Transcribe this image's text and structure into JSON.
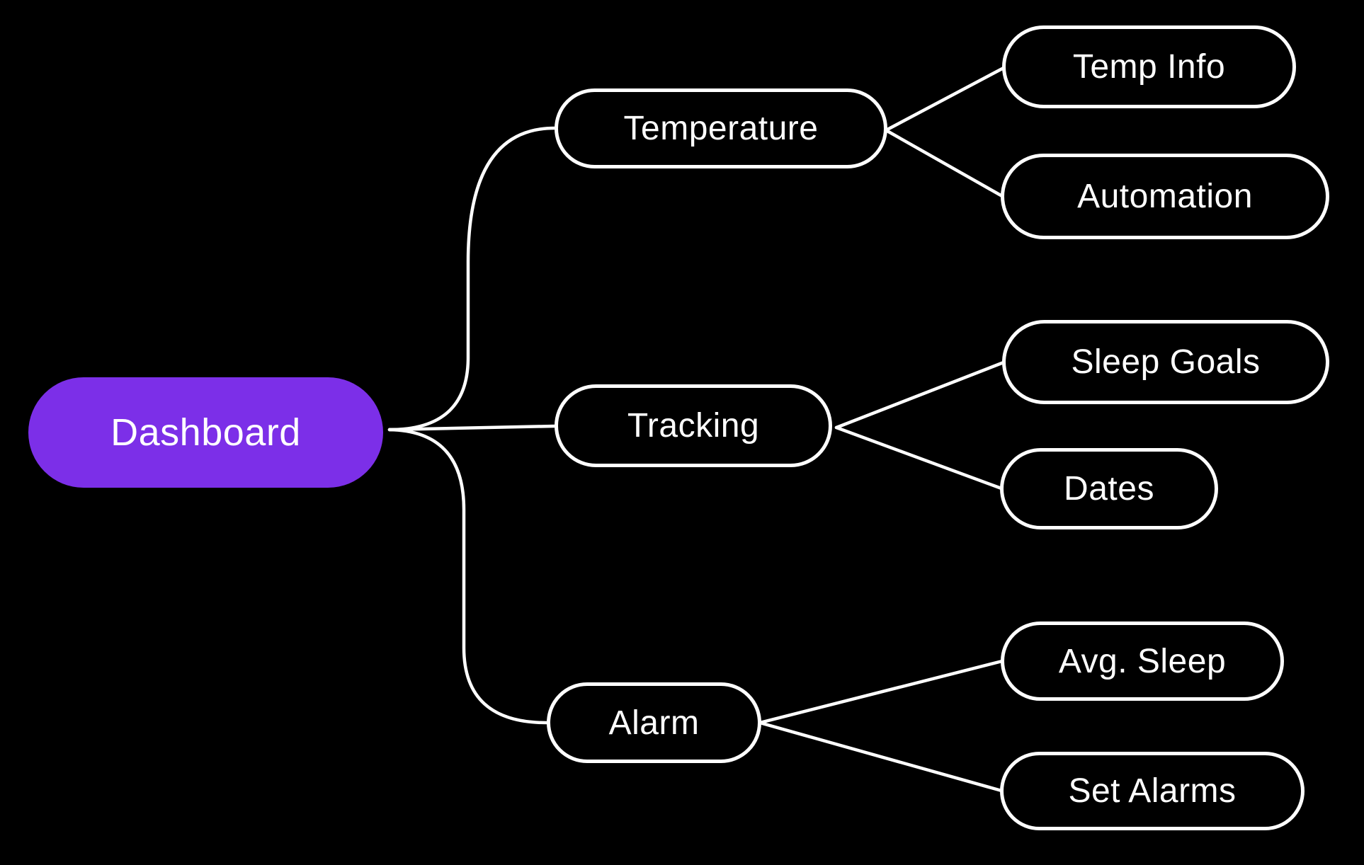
{
  "colors": {
    "background": "#000000",
    "root_fill": "#7C2FE8",
    "node_fill": "#000000",
    "node_border": "#FFFFFF",
    "line": "#FFFFFF",
    "text": "#FFFFFF"
  },
  "mindmap": {
    "root": {
      "label": "Dashboard"
    },
    "branches": [
      {
        "label": "Temperature",
        "children": [
          {
            "label": "Temp Info"
          },
          {
            "label": "Automation"
          }
        ]
      },
      {
        "label": "Tracking",
        "children": [
          {
            "label": "Sleep Goals"
          },
          {
            "label": "Dates"
          }
        ]
      },
      {
        "label": "Alarm",
        "children": [
          {
            "label": "Avg. Sleep"
          },
          {
            "label": "Set Alarms"
          }
        ]
      }
    ]
  }
}
